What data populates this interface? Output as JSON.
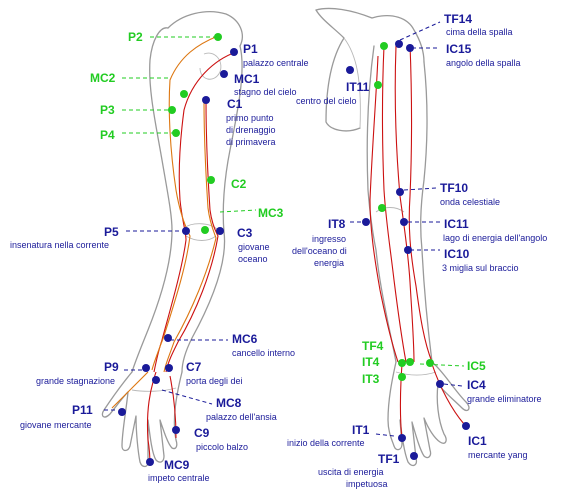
{
  "colors": {
    "blue": "#1a1a99",
    "green": "#22cc22",
    "red": "#cc1111",
    "orange": "#dd7711"
  },
  "points": [
    {
      "id": "p2",
      "code": "P2",
      "desc": [],
      "color": "green"
    },
    {
      "id": "p1",
      "code": "P1",
      "desc": [
        "palazzo centrale"
      ],
      "color": "blue"
    },
    {
      "id": "mc2",
      "code": "MC2",
      "desc": [],
      "color": "green"
    },
    {
      "id": "mc1",
      "code": "MC1",
      "desc": [
        "stagno del cielo"
      ],
      "color": "blue"
    },
    {
      "id": "p3",
      "code": "P3",
      "desc": [],
      "color": "green"
    },
    {
      "id": "c1",
      "code": "C1",
      "desc": [
        "primo punto",
        "di drenaggio",
        "di primavera"
      ],
      "color": "blue"
    },
    {
      "id": "p4",
      "code": "P4",
      "desc": [],
      "color": "green"
    },
    {
      "id": "c2",
      "code": "C2",
      "desc": [],
      "color": "green"
    },
    {
      "id": "mc3",
      "code": "MC3",
      "desc": [],
      "color": "green"
    },
    {
      "id": "p5",
      "code": "P5",
      "desc": [
        "insenatura nella corrente"
      ],
      "color": "blue"
    },
    {
      "id": "c3",
      "code": "C3",
      "desc": [
        "giovane",
        "oceano"
      ],
      "color": "blue"
    },
    {
      "id": "mc6",
      "code": "MC6",
      "desc": [
        "cancello interno"
      ],
      "color": "blue"
    },
    {
      "id": "p9",
      "code": "P9",
      "desc": [
        "grande stagnazione"
      ],
      "color": "blue"
    },
    {
      "id": "c7",
      "code": "C7",
      "desc": [
        "porta degli dei"
      ],
      "color": "blue"
    },
    {
      "id": "mc8",
      "code": "MC8",
      "desc": [
        "palazzo dell'ansia"
      ],
      "color": "blue"
    },
    {
      "id": "p11",
      "code": "P11",
      "desc": [
        "giovane mercante"
      ],
      "color": "blue"
    },
    {
      "id": "c9",
      "code": "C9",
      "desc": [
        "piccolo balzo"
      ],
      "color": "blue"
    },
    {
      "id": "mc9",
      "code": "MC9",
      "desc": [
        "impeto centrale"
      ],
      "color": "blue"
    },
    {
      "id": "tf14",
      "code": "TF14",
      "desc": [
        "cima della spalla"
      ],
      "color": "blue"
    },
    {
      "id": "ic15",
      "code": "IC15",
      "desc": [
        "angolo della spalla"
      ],
      "color": "blue"
    },
    {
      "id": "it11",
      "code": "IT11",
      "desc": [
        "centro del cielo"
      ],
      "color": "blue"
    },
    {
      "id": "tf10",
      "code": "TF10",
      "desc": [
        "onda celestiale"
      ],
      "color": "blue"
    },
    {
      "id": "it8",
      "code": "IT8",
      "desc": [
        "ingresso",
        "dell'oceano di",
        "energia"
      ],
      "color": "blue"
    },
    {
      "id": "ic11",
      "code": "IC11",
      "desc": [
        "lago di energia dell'angolo"
      ],
      "color": "blue"
    },
    {
      "id": "ic10",
      "code": "IC10",
      "desc": [
        "3 miglia sul braccio"
      ],
      "color": "blue"
    },
    {
      "id": "tf4",
      "code": "TF4",
      "desc": [],
      "color": "green"
    },
    {
      "id": "it4",
      "code": "IT4",
      "desc": [],
      "color": "green"
    },
    {
      "id": "ic5",
      "code": "IC5",
      "desc": [],
      "color": "green"
    },
    {
      "id": "it3",
      "code": "IT3",
      "desc": [],
      "color": "green"
    },
    {
      "id": "ic4",
      "code": "IC4",
      "desc": [
        "grande eliminatore"
      ],
      "color": "blue"
    },
    {
      "id": "it1",
      "code": "IT1",
      "desc": [
        "inizio della corrente"
      ],
      "color": "blue"
    },
    {
      "id": "ic1",
      "code": "IC1",
      "desc": [
        "mercante yang"
      ],
      "color": "blue"
    },
    {
      "id": "tf1",
      "code": "TF1",
      "desc": [
        "uscita di energia",
        "impetuosa"
      ],
      "color": "blue"
    }
  ]
}
